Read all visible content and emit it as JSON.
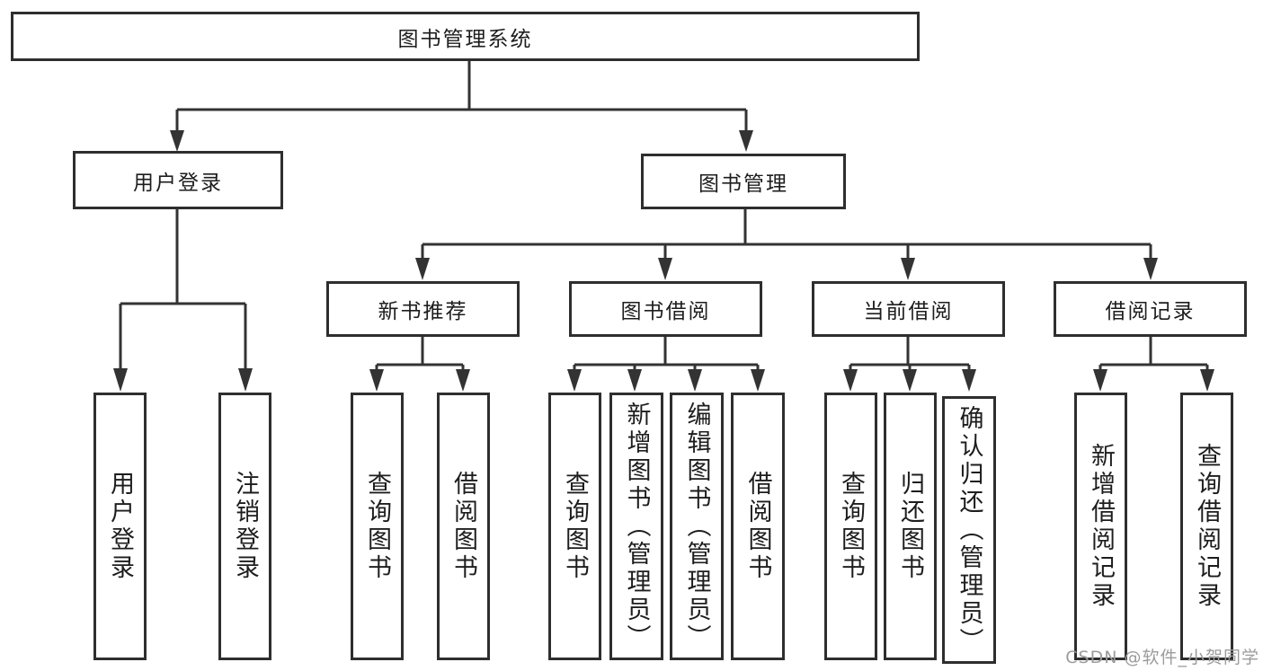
{
  "nodes": {
    "root": "图书管理系统",
    "user_login": "用户登录",
    "book_mgmt": "图书管理",
    "new_books": "新书推荐",
    "book_borrow": "图书借阅",
    "current_borrow": "当前借阅",
    "borrow_records": "借阅记录",
    "leaves": {
      "user_login": [
        "用户登录",
        "注销登录"
      ],
      "new_books": [
        "查询图书",
        "借阅图书"
      ],
      "book_borrow": [
        "查询图书",
        "新增图书（管理员）",
        "编辑图书（管理员）",
        "借阅图书"
      ],
      "current_borrow": [
        "查询图书",
        "归还图书",
        "确认归还（管理员）"
      ],
      "borrow_records": [
        "新增借阅记录",
        "查询借阅记录"
      ]
    }
  },
  "watermark": "CSDN @软件_小贺同学",
  "colors": {
    "line": "#333333",
    "border": "#2e2e2e",
    "text": "#1d1d1d",
    "watermark": "#9c9c9c",
    "background": "#ffffff"
  }
}
